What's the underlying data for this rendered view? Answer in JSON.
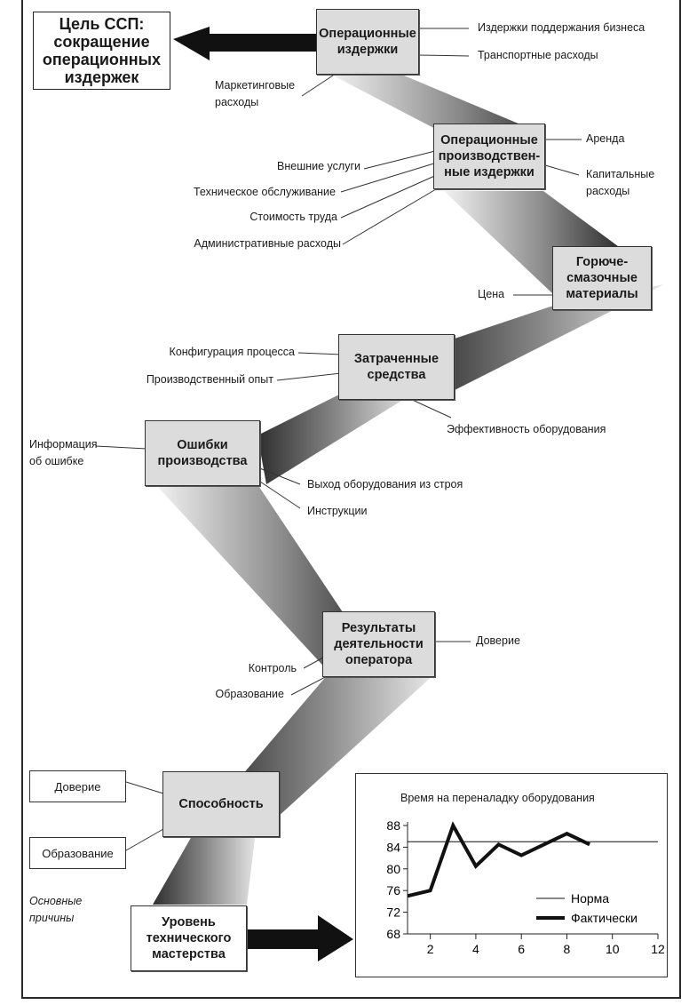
{
  "goal": {
    "text": "Цель ССП:\nсокращение\nоперационных\nиздержек"
  },
  "nodes": {
    "op_costs": "Операционные\nиздержки",
    "op_prod_costs": "Операционные\nпроизводствен-\nные издержки",
    "fuel": "Горюче-\nсмазочные\nматериалы",
    "spent_funds": "Затраченные\nсредства",
    "prod_errors": "Ошибки\nпроизводства",
    "operator_results": "Результаты\nдеятельности\nоператора",
    "ability": "Способность",
    "skill_level": "Уровень\nтехнического\nмастерства"
  },
  "labels": {
    "business_support": "Издержки поддержания бизнеса",
    "transport": "Транспортные расходы",
    "marketing": "Маркетинговые\nрасходы",
    "rent": "Аренда",
    "capex": "Капитальные\nрасходы",
    "external_services": "Внешние услуги",
    "maintenance": "Техническое обслуживание",
    "labor_cost": "Стоимость труда",
    "admin": "Административные расходы",
    "price": "Цена",
    "process_config": "Конфигурация процесса",
    "prod_experience": "Производственный опыт",
    "equipment_efficiency": "Эффективность оборудования",
    "error_info": "Информация\nоб ошибке",
    "equipment_failure": "Выход оборудования из строя",
    "instructions": "Инструкции",
    "trust_op": "Доверие",
    "control": "Контроль",
    "education_op": "Образование",
    "root_causes": "Основные\nпричины"
  },
  "boxes": {
    "trust": "Доверие",
    "education": "Образование"
  },
  "chart_data": {
    "type": "line",
    "title": "Время на переналадку оборудования",
    "xlabel": "",
    "ylabel": "",
    "x_ticks": [
      2,
      4,
      6,
      8,
      10,
      12
    ],
    "y_ticks": [
      68,
      72,
      76,
      80,
      84,
      88
    ],
    "xlim": [
      1,
      12
    ],
    "ylim": [
      68,
      88
    ],
    "legend_position": "right",
    "series": [
      {
        "name": "Норма",
        "style": "thin",
        "x": [
          1,
          12
        ],
        "values": [
          85,
          85
        ]
      },
      {
        "name": "Фактически",
        "style": "thick",
        "x": [
          1,
          2,
          3,
          4,
          5,
          6,
          7,
          8,
          9
        ],
        "values": [
          75,
          76,
          88,
          80.5,
          84.5,
          82.5,
          84.5,
          86.5,
          84.5
        ]
      }
    ]
  }
}
